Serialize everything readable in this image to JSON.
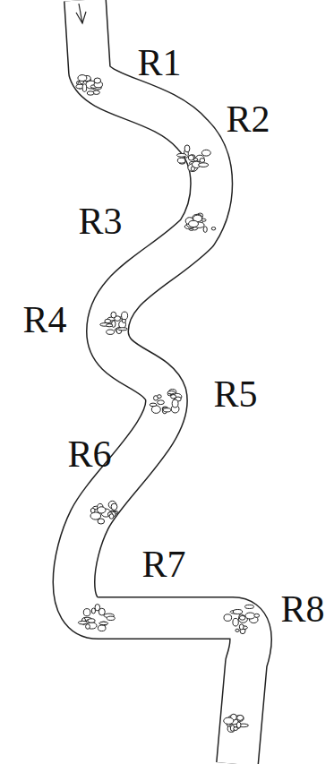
{
  "diagram": {
    "labels": [
      "R1",
      "R2",
      "R3",
      "R4",
      "R5",
      "R6",
      "R7",
      "R8"
    ]
  }
}
